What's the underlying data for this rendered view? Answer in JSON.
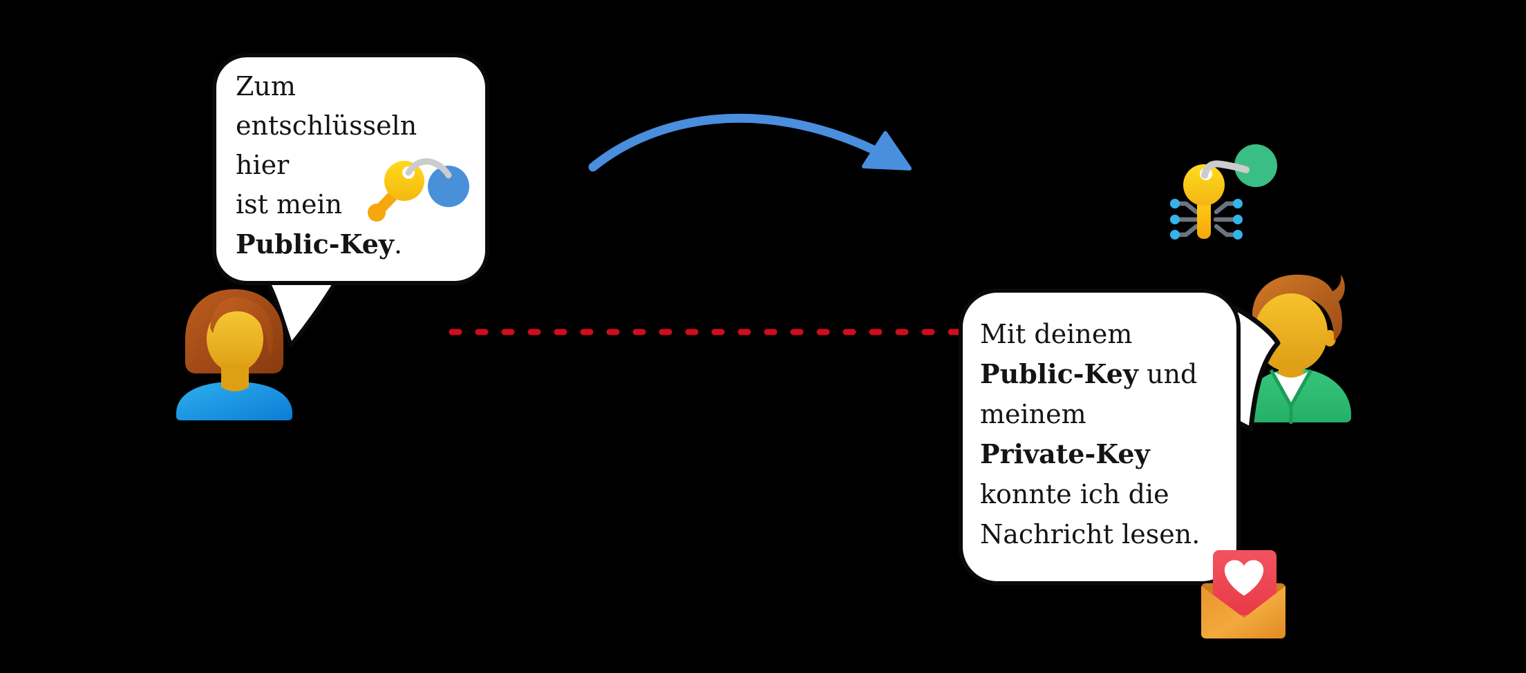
{
  "scene": {
    "description": "Public-key encryption explanation diagram with two people exchanging keys and an encrypted love letter",
    "language": "de"
  },
  "colors": {
    "background": "#000000",
    "bubble_fill": "#ffffff",
    "text_ink": "#141414",
    "arrow_blue": "#4a8ede",
    "dash_red": "#ce0d1d",
    "key_yellow": "#ffd41c",
    "key_orange": "#f6a70d",
    "fob_blue": "#4a90d9",
    "ring_gray": "#cccccc",
    "tag_green": "#3bbd86",
    "circuit_gray": "#6a7580",
    "node_blue": "#35b3ea",
    "envelope_orange": "#efa23c",
    "letter_red": "#f04c59",
    "shirt_blue": "#1b8fe0",
    "shirt_green": "#2ebd72"
  },
  "alice": {
    "role": "sender-woman",
    "speech_lines": [
      [
        {
          "text": "Zum"
        }
      ],
      [
        {
          "text": "entschlüsseln"
        }
      ],
      [
        {
          "text": "hier"
        }
      ],
      [
        {
          "text": "ist mein"
        }
      ],
      [
        {
          "text": "Public-Key",
          "bold": true
        },
        {
          "text": "."
        }
      ]
    ],
    "icon": "key-with-blue-fob"
  },
  "bob": {
    "role": "receiver-man",
    "speech_lines": [
      [
        {
          "text": "Mit deinem"
        }
      ],
      [
        {
          "text": "Public-Key",
          "bold": true
        },
        {
          "text": " und"
        }
      ],
      [
        {
          "text": "meinem"
        }
      ],
      [
        {
          "text": "Private-Key",
          "bold": true
        }
      ],
      [
        {
          "text": "konnte ich die"
        }
      ],
      [
        {
          "text": "Nachricht lesen."
        }
      ]
    ],
    "icons": [
      "digital-private-key-with-green-tag",
      "love-letter-envelope"
    ]
  },
  "connections": {
    "arrow_meaning": "public-key-transfer",
    "dashed_line_meaning": "encrypted-message-channel"
  }
}
